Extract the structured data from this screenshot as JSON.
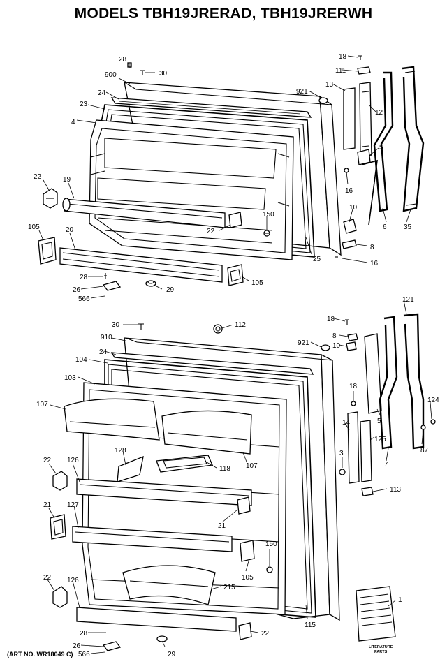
{
  "title": "MODELS TBH19JRERAD, TBH19JRERWH",
  "art_number": "(ART NO. WR18049 C)",
  "literature": {
    "line1": "LITERATURE",
    "line2": "PARTS"
  },
  "freezer_door_callouts": [
    "28",
    "30",
    "900",
    "24",
    "23",
    "4",
    "921",
    "13",
    "18",
    "111",
    "12",
    "5",
    "16",
    "10",
    "8",
    "16",
    "6",
    "35",
    "22",
    "19",
    "105",
    "20",
    "22",
    "150",
    "25",
    "28",
    "26",
    "566",
    "29",
    "105"
  ],
  "fresh_food_door_callouts": [
    "30",
    "112",
    "910",
    "24",
    "921",
    "18",
    "8",
    "10",
    "121",
    "104",
    "103",
    "107",
    "18",
    "5",
    "124",
    "14",
    "125",
    "3",
    "7",
    "87",
    "22",
    "126",
    "128",
    "118",
    "107",
    "113",
    "21",
    "127",
    "21",
    "150",
    "105",
    "22",
    "126",
    "215",
    "115",
    "1",
    "28",
    "22",
    "26",
    "566",
    "29"
  ]
}
